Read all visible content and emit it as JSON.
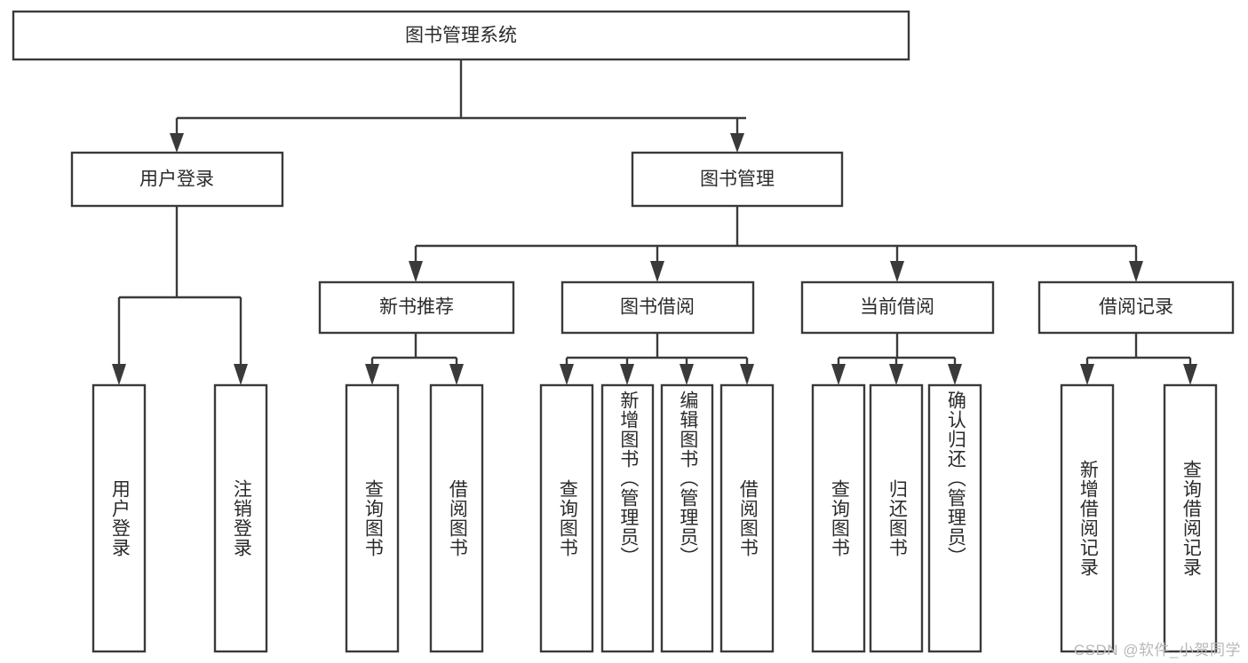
{
  "diagram": {
    "type": "tree",
    "title": "图书管理系统",
    "root": {
      "label": "图书管理系统"
    },
    "level1": [
      {
        "id": "user-login",
        "label": "用户登录"
      },
      {
        "id": "book-manage",
        "label": "图书管理"
      }
    ],
    "level2": [
      {
        "id": "new-book-rec",
        "label": "新书推荐",
        "parent": "book-manage"
      },
      {
        "id": "book-borrow",
        "label": "图书借阅",
        "parent": "book-manage"
      },
      {
        "id": "current-borrow",
        "label": "当前借阅",
        "parent": "book-manage"
      },
      {
        "id": "borrow-record",
        "label": "借阅记录",
        "parent": "book-manage"
      }
    ],
    "leaves": {
      "user_login": [
        {
          "id": "leaf-user-login",
          "label": "用户登录"
        },
        {
          "id": "leaf-logout",
          "label": "注销登录"
        }
      ],
      "new_book_rec": [
        {
          "id": "leaf-query-book-1",
          "label": "查询图书"
        },
        {
          "id": "leaf-borrow-book-1",
          "label": "借阅图书"
        }
      ],
      "book_borrow": [
        {
          "id": "leaf-query-book-2",
          "label": "查询图书"
        },
        {
          "id": "leaf-add-book",
          "label": "新增图书（管理员）"
        },
        {
          "id": "leaf-edit-book",
          "label": "编辑图书（管理员）"
        },
        {
          "id": "leaf-borrow-book-2",
          "label": "借阅图书"
        }
      ],
      "current_borrow": [
        {
          "id": "leaf-query-book-3",
          "label": "查询图书"
        },
        {
          "id": "leaf-return-book",
          "label": "归还图书"
        },
        {
          "id": "leaf-confirm-return",
          "label": "确认归还（管理员）"
        }
      ],
      "borrow_record": [
        {
          "id": "leaf-add-record",
          "label": "新增借阅记录"
        },
        {
          "id": "leaf-query-record",
          "label": "查询借阅记录"
        }
      ]
    },
    "colors": {
      "stroke": "#3a3a3a",
      "text": "#2b2b2b",
      "background": "#ffffff",
      "watermark": "#b8b8b8"
    }
  },
  "watermark": {
    "text": "CSDN @软件_小贺同学"
  }
}
